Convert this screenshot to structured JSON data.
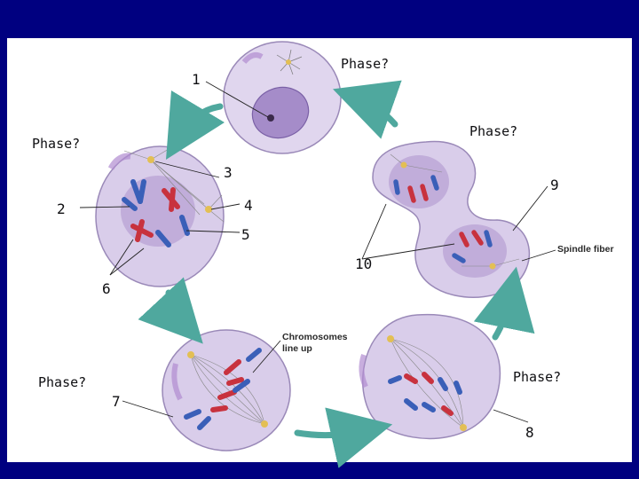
{
  "colors": {
    "background": "#000080",
    "panel": "#ffffff",
    "cell_fill": "#d9cdea",
    "nucleus_fill": "#b8a2d4",
    "chromosome_red": "#c8323e",
    "chromosome_blue": "#3a5fb8",
    "arrow_teal": "#4fa89e",
    "centrosome": "#e3bf54"
  },
  "phase_labels": [
    "Phase?",
    "Phase?",
    "Phase?",
    "Phase?",
    "Phase?"
  ],
  "numbers": [
    "1",
    "2",
    "3",
    "4",
    "5",
    "6",
    "7",
    "8",
    "9",
    "10"
  ],
  "callouts": {
    "spindle_fiber": "Spindle fiber",
    "chromosomes_line_up": [
      "Chromosomes",
      "line up"
    ]
  },
  "icons": {
    "cycle_arrows": "curved-arrow",
    "cells": "cell-illustration"
  }
}
